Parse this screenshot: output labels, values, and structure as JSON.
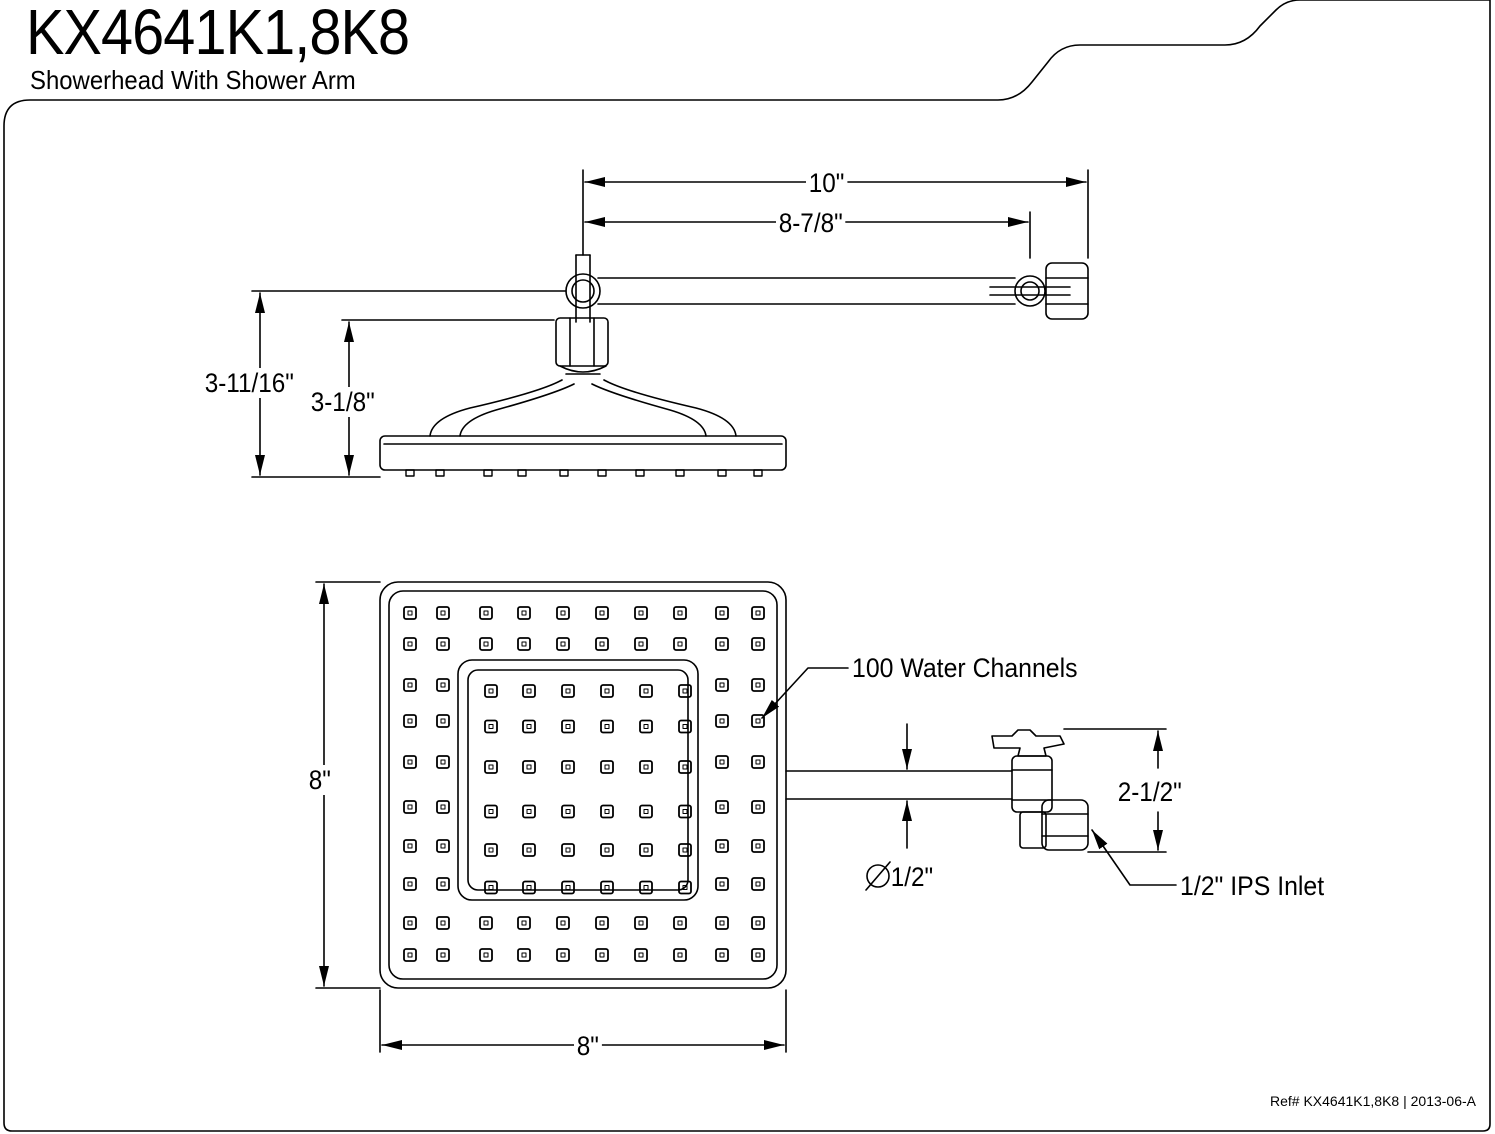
{
  "title_block": {
    "model": "KX4641K1,8K8",
    "description": "Showerhead With Shower Arm",
    "reference": "Ref# KX4641K1,8K8 | 2013-06-A"
  },
  "dimensions": {
    "arm_overall_length": "10\"",
    "arm_to_nut_length": "8-7/8\"",
    "overall_height": "3-11/16\"",
    "head_height": "3-1/8\"",
    "face_height": "8\"",
    "face_width": "8\"",
    "arm_diameter": "1/2\"",
    "flange_height": "2-1/2\""
  },
  "callouts": {
    "water_channels": "100 Water Channels",
    "inlet": "1/2\" IPS Inlet"
  }
}
